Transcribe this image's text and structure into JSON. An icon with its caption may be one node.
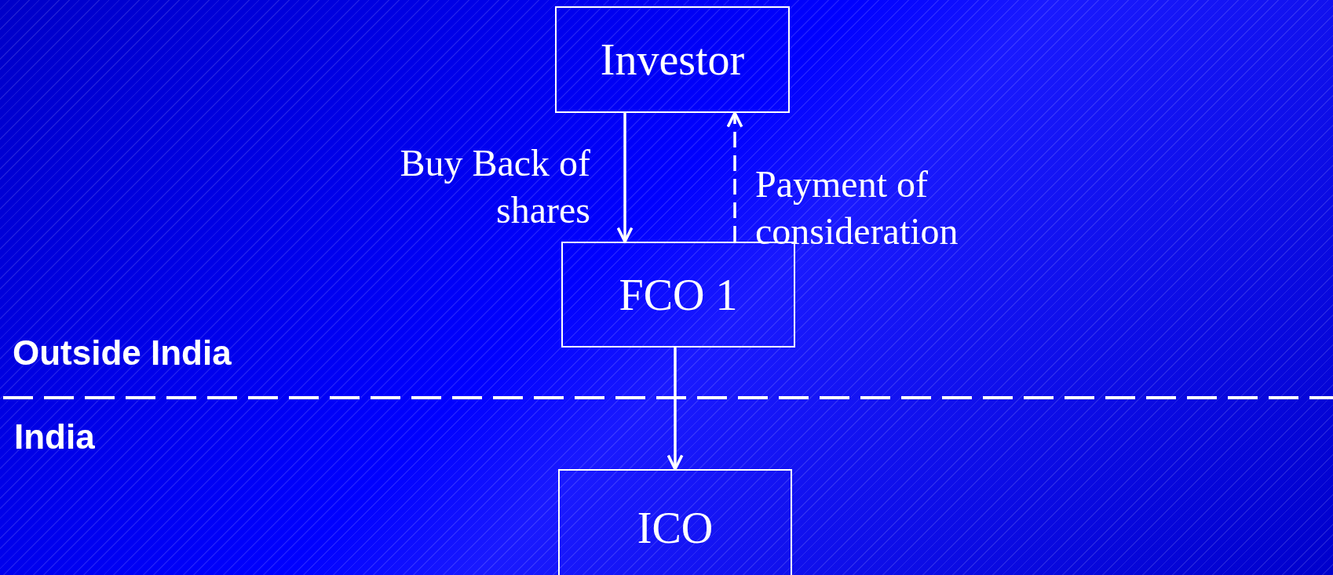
{
  "diagram": {
    "nodes": [
      {
        "text": [
          "Investor"
        ]
      },
      {
        "text": [
          "FCO 1"
        ]
      },
      {
        "text": [
          "ICO"
        ]
      }
    ],
    "edges": [
      {
        "from": 0,
        "to": 1,
        "arrow": "to",
        "label": "Buy Back of shares"
      },
      {
        "from": 1,
        "to": 0,
        "arrow": "to",
        "label": "Payment of consideration",
        "style": "dashed"
      },
      {
        "from": 1,
        "to": 2,
        "arrow": "to"
      }
    ],
    "labels": [
      "Outside India",
      "India"
    ]
  }
}
